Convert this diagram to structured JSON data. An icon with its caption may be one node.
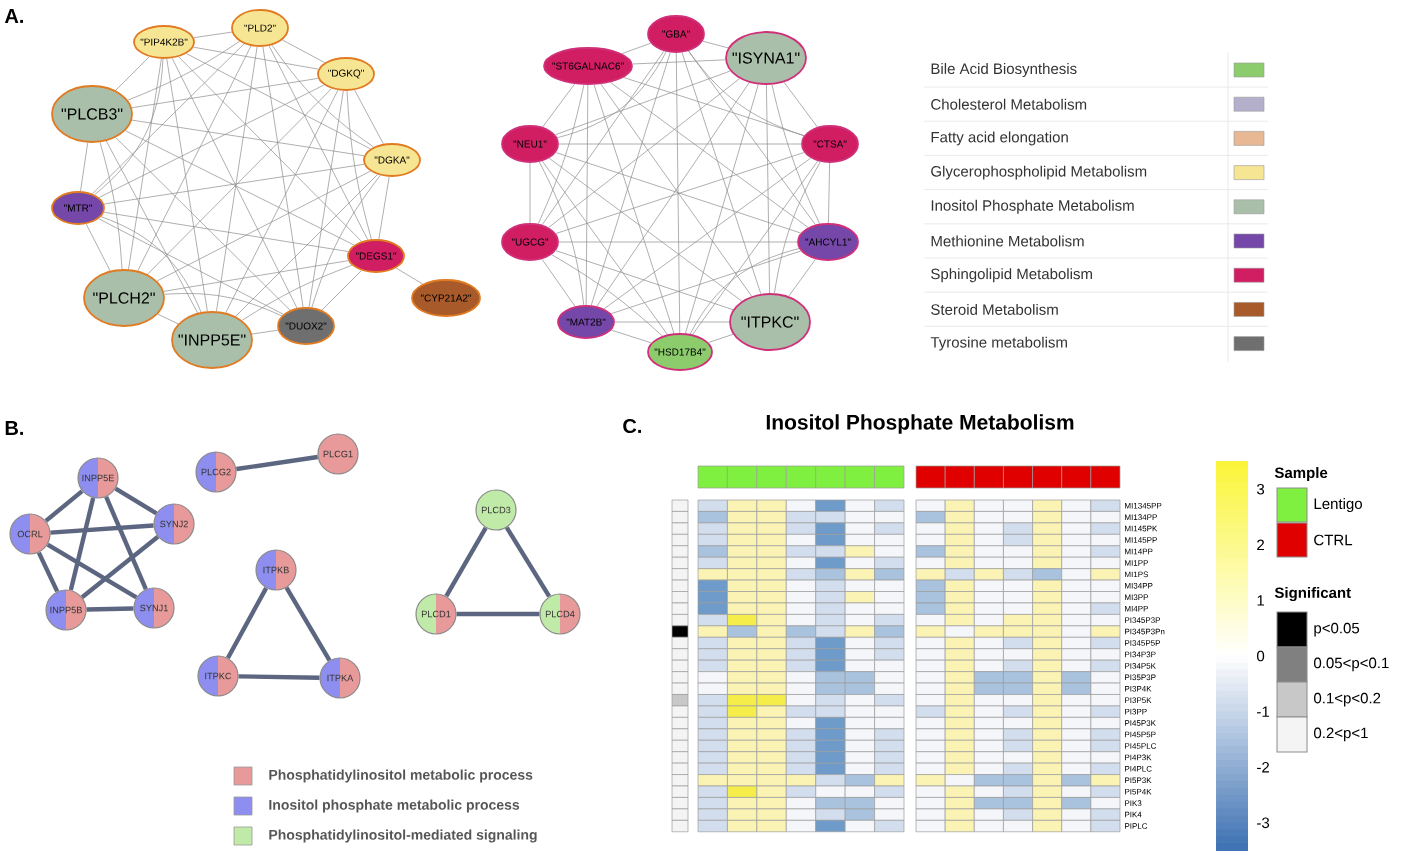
{
  "diagram": {
    "nodes": [
      {
        "text": [
          "\"PIP4K2B\""
        ]
      },
      {
        "text": [
          "\"PLD2\""
        ]
      },
      {
        "text": [
          "\"DGKQ\""
        ]
      },
      {
        "text": [
          "\"DGKA\""
        ]
      },
      {
        "text": [
          "\"DEGS1\""
        ]
      },
      {
        "text": [
          "\"CYP21A2\""
        ]
      },
      {
        "text": [
          "\"DUOX2\""
        ]
      },
      {
        "text": [
          "\"INPP5E\""
        ]
      },
      {
        "text": [
          "\"PLCH2\""
        ]
      },
      {
        "text": [
          "\"MTR\""
        ]
      },
      {
        "text": [
          "\"PLCB3\""
        ]
      },
      {
        "text": [
          "\"GBA\""
        ]
      },
      {
        "text": [
          "\"ST6GALNAC6\""
        ]
      },
      {
        "text": [
          "\"ISYNA1\""
        ]
      },
      {
        "text": [
          "\"CTSA\""
        ]
      },
      {
        "text": [
          "\"AHCYL1\""
        ]
      },
      {
        "text": [
          "\"ITPKC\""
        ]
      },
      {
        "text": [
          "\"HSD17B4\""
        ]
      },
      {
        "text": [
          "\"MAT2B\""
        ]
      },
      {
        "text": [
          "\"UGCG\""
        ]
      },
      {
        "text": [
          "\"NEU1\""
        ]
      },
      {
        "text": [
          "INPP5E"
        ]
      },
      {
        "text": [
          "SYNJ2"
        ]
      },
      {
        "text": [
          "OCRL"
        ]
      },
      {
        "text": [
          "INPP5B"
        ]
      },
      {
        "text": [
          "SYNJ1"
        ]
      },
      {
        "text": [
          "PLCG2"
        ]
      },
      {
        "text": [
          "PLCG1"
        ]
      },
      {
        "text": [
          "ITPKB"
        ]
      },
      {
        "text": [
          "ITPKC"
        ]
      },
      {
        "text": [
          "ITPKA"
        ]
      },
      {
        "text": [
          "PLCD3"
        ]
      },
      {
        "text": [
          "PLCD1"
        ]
      },
      {
        "text": [
          "PLCD4"
        ]
      }
    ],
    "edges": [
      {
        "from": 0,
        "to": 1,
        "arrow": "none"
      },
      {
        "from": 0,
        "to": 2,
        "arrow": "none"
      },
      {
        "from": 0,
        "to": 3,
        "arrow": "none"
      },
      {
        "from": 0,
        "to": 4,
        "arrow": "none"
      },
      {
        "from": 0,
        "to": 6,
        "arrow": "none"
      },
      {
        "from": 0,
        "to": 7,
        "arrow": "none"
      },
      {
        "from": 0,
        "to": 8,
        "arrow": "none"
      },
      {
        "from": 0,
        "to": 9,
        "arrow": "none"
      },
      {
        "from": 0,
        "to": 10,
        "arrow": "none"
      },
      {
        "from": 1,
        "to": 2,
        "arrow": "none"
      },
      {
        "from": 1,
        "to": 3,
        "arrow": "none"
      },
      {
        "from": 1,
        "to": 4,
        "arrow": "none"
      },
      {
        "from": 1,
        "to": 6,
        "arrow": "none"
      },
      {
        "from": 1,
        "to": 7,
        "arrow": "none"
      },
      {
        "from": 1,
        "to": 8,
        "arrow": "none"
      },
      {
        "from": 1,
        "to": 9,
        "arrow": "none"
      },
      {
        "from": 1,
        "to": 10,
        "arrow": "none"
      },
      {
        "from": 2,
        "to": 3,
        "arrow": "none"
      },
      {
        "from": 2,
        "to": 4,
        "arrow": "none"
      },
      {
        "from": 2,
        "to": 6,
        "arrow": "none"
      },
      {
        "from": 2,
        "to": 7,
        "arrow": "none"
      },
      {
        "from": 2,
        "to": 8,
        "arrow": "none"
      },
      {
        "from": 2,
        "to": 9,
        "arrow": "none"
      },
      {
        "from": 2,
        "to": 10,
        "arrow": "none"
      },
      {
        "from": 3,
        "to": 4,
        "arrow": "none"
      },
      {
        "from": 3,
        "to": 6,
        "arrow": "none"
      },
      {
        "from": 3,
        "to": 7,
        "arrow": "none"
      },
      {
        "from": 3,
        "to": 8,
        "arrow": "none"
      },
      {
        "from": 3,
        "to": 9,
        "arrow": "none"
      },
      {
        "from": 3,
        "to": 10,
        "arrow": "none"
      },
      {
        "from": 4,
        "to": 6,
        "arrow": "none"
      },
      {
        "from": 4,
        "to": 7,
        "arrow": "none"
      },
      {
        "from": 4,
        "to": 8,
        "arrow": "none"
      },
      {
        "from": 4,
        "to": 9,
        "arrow": "none"
      },
      {
        "from": 4,
        "to": 10,
        "arrow": "none"
      },
      {
        "from": 6,
        "to": 7,
        "arrow": "none"
      },
      {
        "from": 6,
        "to": 8,
        "arrow": "none"
      },
      {
        "from": 6,
        "to": 9,
        "arrow": "none"
      },
      {
        "from": 6,
        "to": 10,
        "arrow": "none"
      },
      {
        "from": 7,
        "to": 8,
        "arrow": "none"
      },
      {
        "from": 7,
        "to": 9,
        "arrow": "none"
      },
      {
        "from": 7,
        "to": 10,
        "arrow": "none"
      },
      {
        "from": 8,
        "to": 9,
        "arrow": "none"
      },
      {
        "from": 8,
        "to": 10,
        "arrow": "none"
      },
      {
        "from": 9,
        "to": 10,
        "arrow": "none"
      },
      {
        "from": 4,
        "to": 5,
        "arrow": "none"
      },
      {
        "from": 11,
        "to": 12,
        "arrow": "none"
      },
      {
        "from": 11,
        "to": 13,
        "arrow": "none"
      },
      {
        "from": 11,
        "to": 14,
        "arrow": "none"
      },
      {
        "from": 11,
        "to": 15,
        "arrow": "none"
      },
      {
        "from": 11,
        "to": 16,
        "arrow": "none"
      },
      {
        "from": 11,
        "to": 17,
        "arrow": "none"
      },
      {
        "from": 11,
        "to": 18,
        "arrow": "none"
      },
      {
        "from": 11,
        "to": 19,
        "arrow": "none"
      },
      {
        "from": 11,
        "to": 20,
        "arrow": "none"
      },
      {
        "from": 12,
        "to": 13,
        "arrow": "none"
      },
      {
        "from": 12,
        "to": 14,
        "arrow": "none"
      },
      {
        "from": 12,
        "to": 15,
        "arrow": "none"
      },
      {
        "from": 12,
        "to": 16,
        "arrow": "none"
      },
      {
        "from": 12,
        "to": 17,
        "arrow": "none"
      },
      {
        "from": 12,
        "to": 18,
        "arrow": "none"
      },
      {
        "from": 12,
        "to": 19,
        "arrow": "none"
      },
      {
        "from": 12,
        "to": 20,
        "arrow": "none"
      },
      {
        "from": 13,
        "to": 14,
        "arrow": "none"
      },
      {
        "from": 13,
        "to": 15,
        "arrow": "none"
      },
      {
        "from": 13,
        "to": 16,
        "arrow": "none"
      },
      {
        "from": 13,
        "to": 17,
        "arrow": "none"
      },
      {
        "from": 13,
        "to": 18,
        "arrow": "none"
      },
      {
        "from": 13,
        "to": 19,
        "arrow": "none"
      },
      {
        "from": 13,
        "to": 20,
        "arrow": "none"
      },
      {
        "from": 14,
        "to": 15,
        "arrow": "none"
      },
      {
        "from": 14,
        "to": 16,
        "arrow": "none"
      },
      {
        "from": 14,
        "to": 17,
        "arrow": "none"
      },
      {
        "from": 14,
        "to": 18,
        "arrow": "none"
      },
      {
        "from": 14,
        "to": 19,
        "arrow": "none"
      },
      {
        "from": 14,
        "to": 20,
        "arrow": "none"
      },
      {
        "from": 15,
        "to": 16,
        "arrow": "none"
      },
      {
        "from": 15,
        "to": 17,
        "arrow": "none"
      },
      {
        "from": 15,
        "to": 18,
        "arrow": "none"
      },
      {
        "from": 15,
        "to": 19,
        "arrow": "none"
      },
      {
        "from": 15,
        "to": 20,
        "arrow": "none"
      },
      {
        "from": 16,
        "to": 17,
        "arrow": "none"
      },
      {
        "from": 16,
        "to": 18,
        "arrow": "none"
      },
      {
        "from": 16,
        "to": 19,
        "arrow": "none"
      },
      {
        "from": 16,
        "to": 20,
        "arrow": "none"
      },
      {
        "from": 17,
        "to": 18,
        "arrow": "none"
      },
      {
        "from": 17,
        "to": 19,
        "arrow": "none"
      },
      {
        "from": 17,
        "to": 20,
        "arrow": "none"
      },
      {
        "from": 18,
        "to": 19,
        "arrow": "none"
      },
      {
        "from": 18,
        "to": 20,
        "arrow": "none"
      },
      {
        "from": 19,
        "to": 20,
        "arrow": "none"
      },
      {
        "from": 21,
        "to": 22,
        "arrow": "none",
        "style": "thick",
        "color": "#5c6680"
      },
      {
        "from": 21,
        "to": 23,
        "arrow": "none",
        "style": "thick",
        "color": "#5c6680"
      },
      {
        "from": 21,
        "to": 24,
        "arrow": "none",
        "style": "thick",
        "color": "#5c6680"
      },
      {
        "from": 21,
        "to": 25,
        "arrow": "none",
        "style": "thick",
        "color": "#5c6680"
      },
      {
        "from": 22,
        "to": 23,
        "arrow": "none",
        "style": "thick",
        "color": "#5c6680"
      },
      {
        "from": 22,
        "to": 24,
        "arrow": "none",
        "style": "thick",
        "color": "#5c6680"
      },
      {
        "from": 23,
        "to": 24,
        "arrow": "none",
        "style": "thick",
        "color": "#5c6680"
      },
      {
        "from": 23,
        "to": 25,
        "arrow": "none",
        "style": "thick",
        "color": "#5c6680"
      },
      {
        "from": 24,
        "to": 25,
        "arrow": "none",
        "style": "thick",
        "color": "#5c6680"
      },
      {
        "from": 26,
        "to": 27,
        "arrow": "none",
        "style": "thick",
        "color": "#5c6680"
      },
      {
        "from": 28,
        "to": 29,
        "arrow": "none",
        "style": "thick",
        "color": "#5c6680"
      },
      {
        "from": 28,
        "to": 30,
        "arrow": "none",
        "style": "thick",
        "color": "#5c6680"
      },
      {
        "from": 29,
        "to": 30,
        "arrow": "none",
        "style": "thick",
        "color": "#5c6680"
      },
      {
        "from": 31,
        "to": 32,
        "arrow": "none",
        "style": "thick",
        "color": "#5c6680"
      },
      {
        "from": 31,
        "to": 33,
        "arrow": "none",
        "style": "thick",
        "color": "#5c6680"
      },
      {
        "from": 32,
        "to": 33,
        "arrow": "none",
        "style": "thick",
        "color": "#5c6680"
      }
    ],
    "labels": [
      "A.",
      "B.",
      "C.",
      "Inositol Phosphate Metabolism",
      "MI1345PP",
      "MI134PP",
      "MI145PK",
      "MI145PP",
      "MI14PP",
      "MI1PP",
      "MI1PS",
      "MI34PP",
      "MI3PP",
      "MI4PP",
      "PI345P3P",
      "PI345P3Pn",
      "PI345P5P",
      "PI34P3P",
      "PI34P5K",
      "PI35P3P",
      "PI3P4K",
      "PI3P5K",
      "PI3PP",
      "PI45P3K",
      "PI45P5P",
      "PI45PLC",
      "PI4P3K",
      "PI4PLC",
      "PI5P3K",
      "PI5P4K",
      "PIK3",
      "PIK4",
      "PIPLC",
      "3",
      "2",
      "1",
      "0",
      "-1",
      "-2",
      "-3",
      "Sample",
      "Significant"
    ],
    "legend": [
      {
        "text": "Bile Acid Biosynthesis",
        "color": "#8ccc6c"
      },
      {
        "text": "Cholesterol Metabolism",
        "color": "#b4b0cc"
      },
      {
        "text": "Fatty acid elongation",
        "color": "#e8b894"
      },
      {
        "text": "Glycerophospholipid Metabolism",
        "color": "#f6e592"
      },
      {
        "text": "Inositol Phosphate Metabolism",
        "color": "#a9bfa9"
      },
      {
        "text": "Methionine Metabolism",
        "color": "#7447a8"
      },
      {
        "text": "Sphingolipid Metabolism",
        "color": "#d11d62"
      },
      {
        "text": "Steroid Metabolism",
        "color": "#a85a2a"
      },
      {
        "text": "Tyrosine metabolism",
        "color": "#6f6f6f"
      },
      {
        "text": "Phosphatidylinositol metabolic process",
        "color": "#e89a9a"
      },
      {
        "text": "Inositol phosphate metabolic process",
        "color": "#8e8ef0"
      },
      {
        "text": "Phosphatidylinositol-mediated signaling",
        "color": "#c0eaa8"
      },
      {
        "text": "Lentigo",
        "color": "#80f040"
      },
      {
        "text": "CTRL",
        "color": "#e00000"
      },
      {
        "text": "p<0.05",
        "color": "#000000"
      },
      {
        "text": "0.05<p<0.1",
        "color": "#808080"
      },
      {
        "text": "0.1<p<0.2",
        "color": "#c8c8c8"
      },
      {
        "text": "0.2<p<1",
        "color": "#f4f4f4"
      }
    ]
  }
}
